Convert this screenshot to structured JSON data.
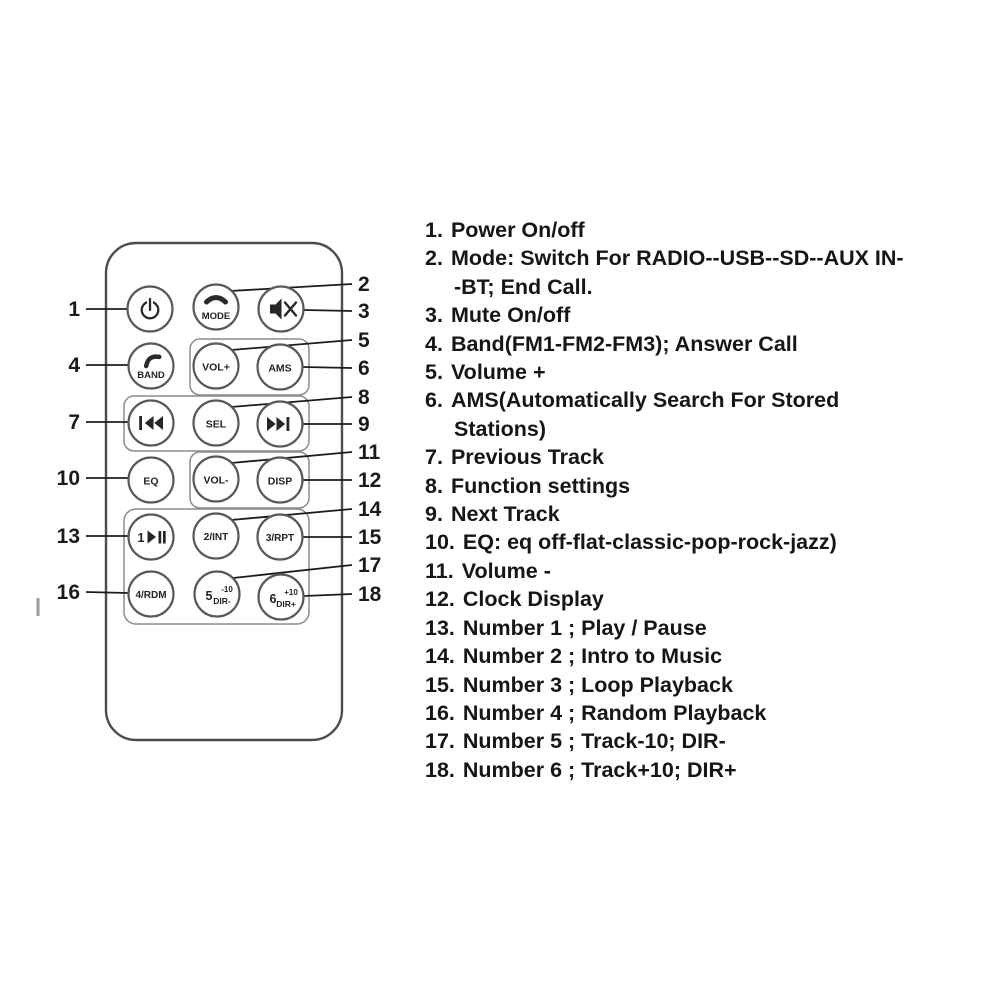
{
  "callouts": {
    "left": [
      "1",
      "4",
      "7",
      "10",
      "13",
      "16"
    ],
    "right": [
      "2",
      "3",
      "5",
      "6",
      "8",
      "9",
      "11",
      "12",
      "14",
      "15",
      "17",
      "18"
    ]
  },
  "remote": {
    "mode": "MODE",
    "band": "BAND",
    "vol_plus": "VOL+",
    "ams": "AMS",
    "sel": "SEL",
    "eq": "EQ",
    "vol_minus": "VOL-",
    "disp": "DISP",
    "key1": "1",
    "key2": "2/INT",
    "key3": "3/RPT",
    "key4": "4/RDM",
    "key5": "5",
    "key5_top": "-10",
    "key5_bottom": "DIR-",
    "key6": "6",
    "key6_top": "+10",
    "key6_bottom": "DIR+"
  },
  "icons": {
    "power": "arc-with-vertical-line",
    "phone": "handset-arc",
    "mute": "speaker-with-x",
    "previous": "bar-and-two-left-triangles",
    "next": "two-right-triangles-and-bar",
    "play_pause": "triangle-and-two-bars"
  },
  "legend": {
    "items": [
      {
        "num": "1.",
        "text": "Power On/off"
      },
      {
        "num": "2.",
        "text": "Mode: Switch For RADIO--USB--SD--AUX IN-\n-BT; End Call."
      },
      {
        "num": "3.",
        "text": "Mute On/off"
      },
      {
        "num": "4.",
        "text": "Band(FM1-FM2-FM3); Answer Call"
      },
      {
        "num": "5.",
        "text": "Volume +"
      },
      {
        "num": "6.",
        "text": "AMS(Automatically Search For Stored\nStations)"
      },
      {
        "num": "7.",
        "text": "Previous Track"
      },
      {
        "num": "8.",
        "text": "Function settings"
      },
      {
        "num": "9.",
        "text": "Next Track"
      },
      {
        "num": "10.",
        "text": "EQ: eq off-flat-classic-pop-rock-jazz)"
      },
      {
        "num": "11.",
        "text": "Volume -"
      },
      {
        "num": "12.",
        "text": "Clock Display"
      },
      {
        "num": "13.",
        "text": "Number 1 ; Play / Pause"
      },
      {
        "num": "14.",
        "text": "Number 2 ; Intro to Music"
      },
      {
        "num": "15.",
        "text": "Number 3 ; Loop Playback"
      },
      {
        "num": "16.",
        "text": "Number 4 ; Random Playback"
      },
      {
        "num": "17.",
        "text": "Number 5 ; Track-10; DIR-"
      },
      {
        "num": "18.",
        "text": "Number 6 ; Track+10; DIR+"
      }
    ]
  }
}
